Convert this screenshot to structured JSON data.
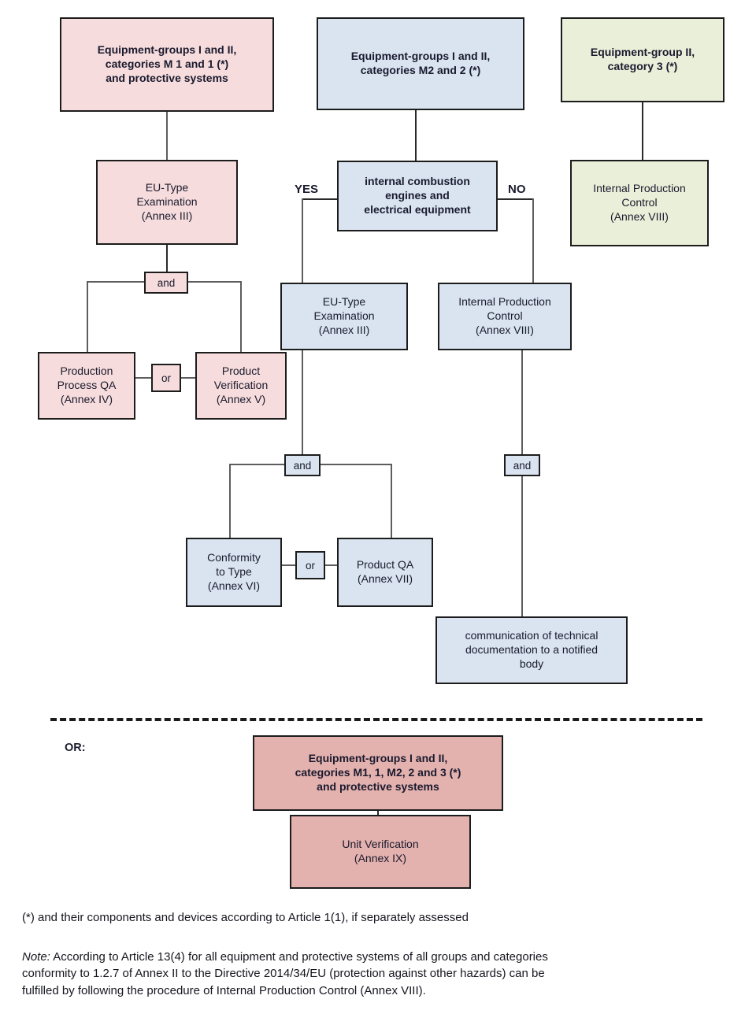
{
  "diagram": {
    "title": "ATEX conformity assessment procedures flow chart",
    "colors": {
      "pink_light": "#f6dcdc",
      "pink_dark": "#e3b1ae",
      "blue_light": "#d9e4f0",
      "green_light": "#e9efd8",
      "border": "#1c1c1c",
      "connector": "#5d5d5d"
    },
    "columns": {
      "left": {
        "header": {
          "line1": "Equipment-groups I and II,",
          "line2": "categories M 1 and 1 (*)",
          "line3": "and protective systems"
        },
        "step1": {
          "line1": "EU-Type",
          "line2": "Examination",
          "line3": "(Annex III)"
        },
        "operator_and": "and",
        "operator_or": "or",
        "option_a": {
          "line1": "Production",
          "line2": "Process QA",
          "line3": "(Annex IV)"
        },
        "option_b": {
          "line1": "Product",
          "line2": "Verification",
          "line3": "(Annex V)"
        }
      },
      "middle": {
        "header": {
          "line1": "Equipment-groups I and II,",
          "line2": "categories M2 and 2 (*)"
        },
        "decision": {
          "line1": "internal combustion",
          "line2": "engines and",
          "line3": "electrical equipment"
        },
        "branch_yes": "YES",
        "branch_no": "NO",
        "yes_step": {
          "line1": "EU-Type",
          "line2": "Examination",
          "line3": "(Annex III)"
        },
        "yes_operator_and": "and",
        "yes_operator_or": "or",
        "yes_option_a": {
          "line1": "Conformity",
          "line2": "to Type",
          "line3": "(Annex VI)"
        },
        "yes_option_b": {
          "line1": "Product QA",
          "line2": "(Annex VII)"
        },
        "no_step": {
          "line1": "Internal Production",
          "line2": "Control",
          "line3": "(Annex VIII)"
        },
        "no_operator_and": "and",
        "no_result": {
          "line1": "communication of technical",
          "line2": "documentation to a notified",
          "line3": "body"
        }
      },
      "right": {
        "header": {
          "line1": "Equipment-group II,",
          "line2": "category 3 (*)"
        },
        "step1": {
          "line1": "Internal Production",
          "line2": "Control",
          "line3": "(Annex VIII)"
        }
      }
    },
    "alternative": {
      "or_label": "OR:",
      "header": {
        "line1": "Equipment-groups I and II,",
        "line2": "categories M1, 1, M2, 2 and 3 (*)",
        "line3": "and protective systems"
      },
      "step": {
        "line1": "Unit Verification",
        "line2": "(Annex IX)"
      }
    },
    "footnotes": {
      "asterisk": "(*) and their components and devices according to Article 1(1), if separately assessed",
      "note_label": "Note:",
      "note_line1": " According to Article 13(4) for all equipment and protective systems of all groups and categories",
      "note_line2": "conformity to 1.2.7 of Annex II to the Directive 2014/34/EU (protection against other hazards) can be",
      "note_line3": "fulfilled by following the procedure of Internal Production Control (Annex VIII)."
    }
  }
}
